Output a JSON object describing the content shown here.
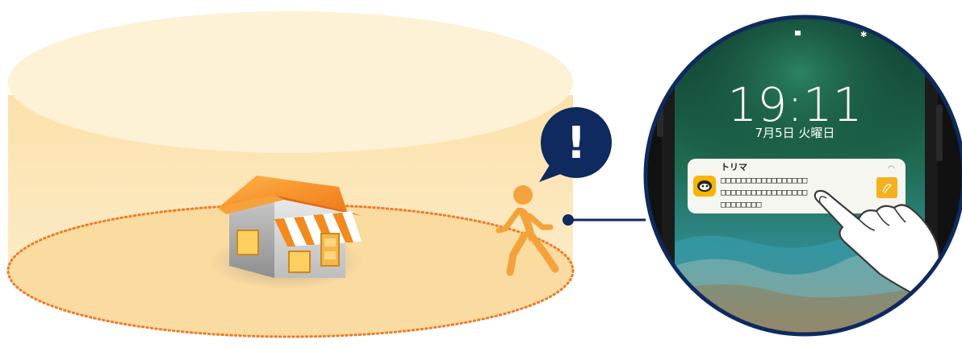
{
  "phone": {
    "time": "19:11",
    "date": "7月5日 火曜日"
  },
  "notification": {
    "app_name": "トリマ",
    "message_lines": [
      "□□□□□□□□□□□□□□□□□",
      "□□□□□□□□□□□□□□□□□",
      "□□□□□□□□"
    ]
  },
  "alert_symbol": "!",
  "icons": {
    "store": "store-building-icon",
    "walker": "walking-person-icon",
    "alert": "exclamation-bubble-icon",
    "app": "penguin-app-icon",
    "hand": "pointing-hand-icon"
  },
  "colors": {
    "geofence_top": "#fdf1d4",
    "geofence_wall": "#fbe3b0",
    "geofence_base": "#f9d99c",
    "boundary_dots": "#f07a24",
    "person": "#f4a23a",
    "navy": "#0e2a5e",
    "notification_bg": "#f6f6f0"
  }
}
